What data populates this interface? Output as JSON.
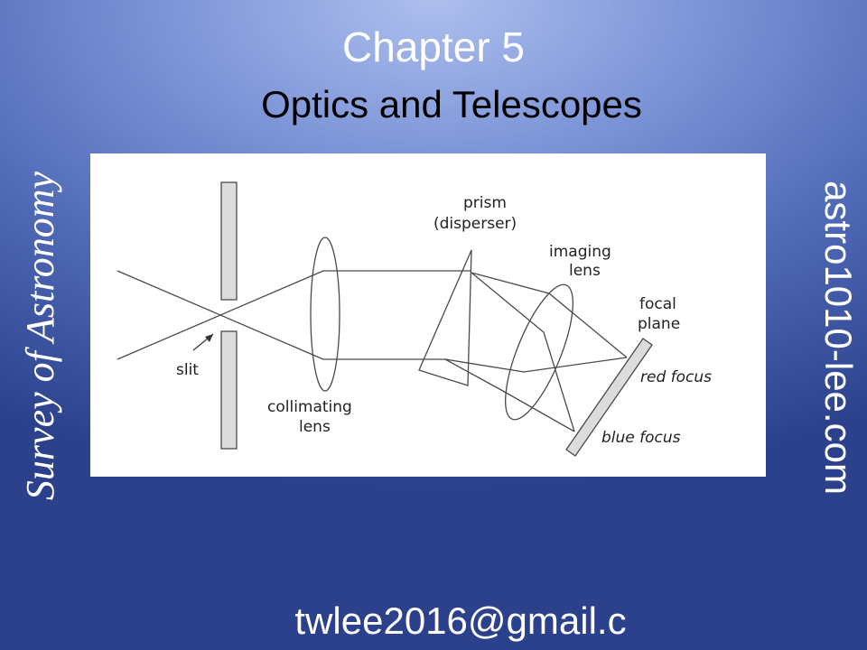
{
  "slide": {
    "chapter": "Chapter 5",
    "title": "Optics and Telescopes",
    "side_left": "Survey of Astronomy",
    "side_right": "astro1010-lee.com",
    "email": "twlee2016@gmail.c"
  },
  "diagram": {
    "prism_label": "prism",
    "disperser_label": "(disperser)",
    "imaging_label": "imaging",
    "imaging_lens_label": "lens",
    "focal_label": "focal",
    "plane_label": "plane",
    "slit_label": "slit",
    "collimating_label": "collimating",
    "collimating_lens_label": "lens",
    "red_focus_label": "red focus",
    "blue_focus_label": "blue focus"
  }
}
